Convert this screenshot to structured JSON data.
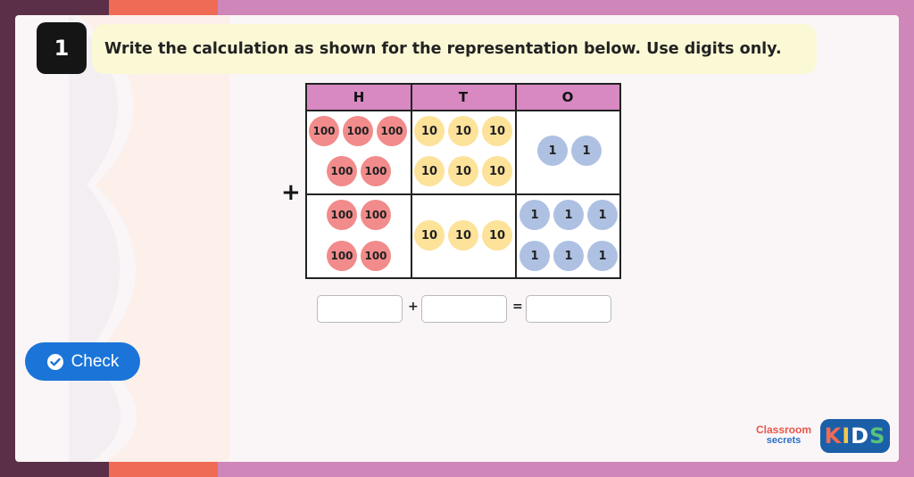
{
  "question": {
    "number": "1",
    "text": "Write the calculation as shown for the representation below. Use digits only."
  },
  "table": {
    "headers": [
      "H",
      "T",
      "O"
    ],
    "operator": "+",
    "row1": {
      "hundreds": [
        "100",
        "100",
        "100",
        "100",
        "100"
      ],
      "tens": [
        "10",
        "10",
        "10",
        "10",
        "10",
        "10"
      ],
      "ones": [
        "1",
        "1"
      ]
    },
    "row2": {
      "hundreds": [
        "100",
        "100",
        "100",
        "100"
      ],
      "tens": [
        "10",
        "10",
        "10"
      ],
      "ones": [
        "1",
        "1",
        "1",
        "1",
        "1",
        "1"
      ]
    }
  },
  "answer": {
    "box1_value": "",
    "plus": "+",
    "box2_value": "",
    "equals": "=",
    "box3_value": ""
  },
  "check_button": {
    "label": "Check",
    "icon": "check-circle-icon"
  },
  "logo": {
    "line1": "Classroom",
    "line2": "secrets",
    "kids": [
      "K",
      "I",
      "D",
      "S"
    ]
  },
  "colors": {
    "hundreds_counter": "#f28b8b",
    "tens_counter": "#fde29a",
    "ones_counter": "#aec1e3",
    "header_bg": "#d889c2",
    "check_button": "#1b74d8",
    "question_bg": "#fbf8d6"
  }
}
